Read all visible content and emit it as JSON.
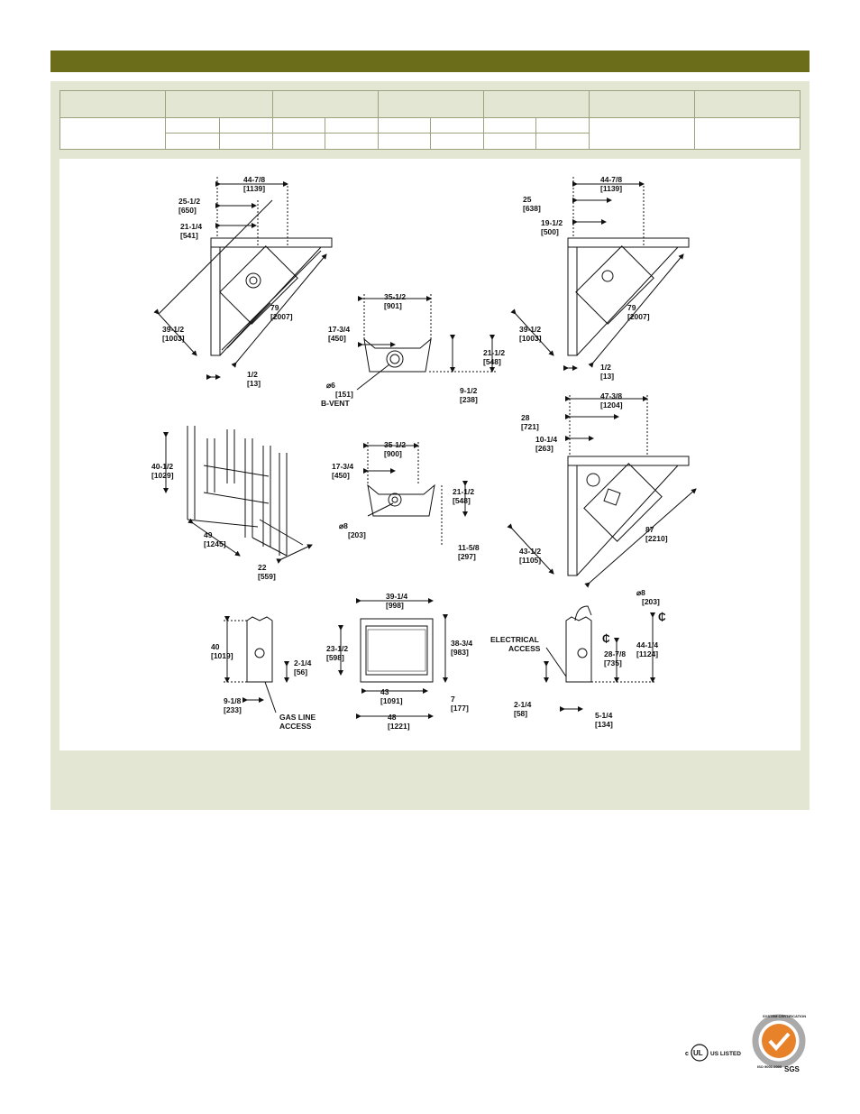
{
  "drawings": {
    "top_left": {
      "dims": [
        "44-7/8",
        "[1139]",
        "25-1/2",
        "[650]",
        "21-1/4",
        "[541]",
        "79",
        "[2007]",
        "39-1/2",
        "[1003]",
        "1/2",
        "[13]"
      ]
    },
    "top_center": {
      "dims": [
        "35-1/2",
        "[901]",
        "17-3/4",
        "[450]",
        "21-1/2",
        "[548]",
        "9-1/2",
        "[238]"
      ],
      "vent_label": "⌀6",
      "vent_mm": "[151]",
      "vent_type": "B-VENT"
    },
    "top_right": {
      "dims": [
        "44-7/8",
        "[1139]",
        "25",
        "[638]",
        "19-1/2",
        "[500]",
        "79",
        "[2007]",
        "39-1/2",
        "[1003]",
        "1/2",
        "[13]"
      ]
    },
    "mid_left": {
      "dims": [
        "40-1/2",
        "[1029]",
        "49",
        "[1245]",
        "22",
        "[559]"
      ]
    },
    "mid_center": {
      "dims": [
        "35-1/2",
        "[900]",
        "17-3/4",
        "[450]",
        "21-1/2",
        "[548]",
        "⌀8",
        "[203]",
        "11-5/8",
        "[297]"
      ]
    },
    "mid_right": {
      "dims": [
        "47-3/8",
        "[1204]",
        "28",
        "[721]",
        "10-1/4",
        "[263]",
        "87",
        "[2210]",
        "43-1/2",
        "[1105]"
      ]
    },
    "bot_left": {
      "dims": [
        "40",
        "[1019]",
        "2-1/4",
        "[56]",
        "9-1/8",
        "[233]"
      ],
      "gas1": "GAS LINE",
      "gas2": "ACCESS"
    },
    "bot_center": {
      "dims": [
        "39-1/4",
        "[998]",
        "23-1/2",
        "[598]",
        "38-3/4",
        "[983]",
        "43",
        "[1091]",
        "7",
        "[177]",
        "48",
        "[1221]"
      ]
    },
    "bot_right": {
      "dims": [
        "⌀8",
        "[203]",
        "44-1/4",
        "[1124]",
        "28-7/8",
        "[735]",
        "2-1/4",
        "[58]",
        "5-1/4",
        "[134]"
      ],
      "elec1": "ELECTRICAL",
      "elec2": "ACCESS",
      "cl1": "₵",
      "cl2": "₵"
    }
  },
  "logos": {
    "ul_c": "c",
    "ul_mark": "UL",
    "ul_us": "US LISTED",
    "sgs": "SGS",
    "sgs_ring": "SYSTEM CERTIFICATION",
    "sgs_iso": "ISO 9001:2000"
  },
  "colors": {
    "accent_green": "#6b6d1b",
    "panel": "#e3e6d2",
    "sgs_orange": "#e8822a"
  }
}
